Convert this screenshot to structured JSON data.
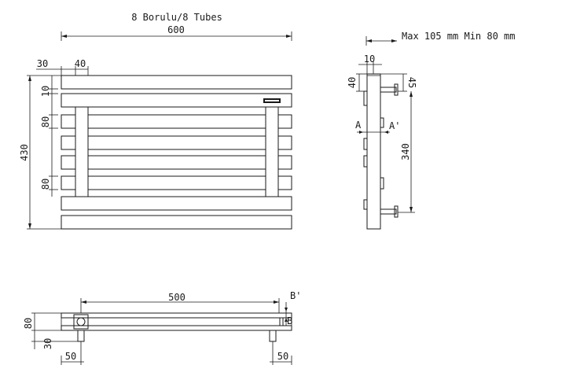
{
  "title": "8 Borulu/8 Tubes",
  "dimensions": {
    "front_width": "600",
    "front_height": "430",
    "left_offset": "30",
    "post_width": "40",
    "top_gap": "10",
    "upper_spacing": "80",
    "lower_spacing": "80",
    "depth_range": "Max 105 mm Min 80 mm",
    "side_wall_gap": "10",
    "side_top": "40",
    "side_bracket": "45",
    "side_height": "340",
    "bottom_span": "500",
    "bottom_height_upper": "80",
    "bottom_height_lower": "30",
    "bottom_left_offset": "50",
    "bottom_right_offset": "50"
  },
  "section_marks": {
    "a": "A",
    "a_prime": "A'",
    "b": "B",
    "b_prime": "B'"
  }
}
